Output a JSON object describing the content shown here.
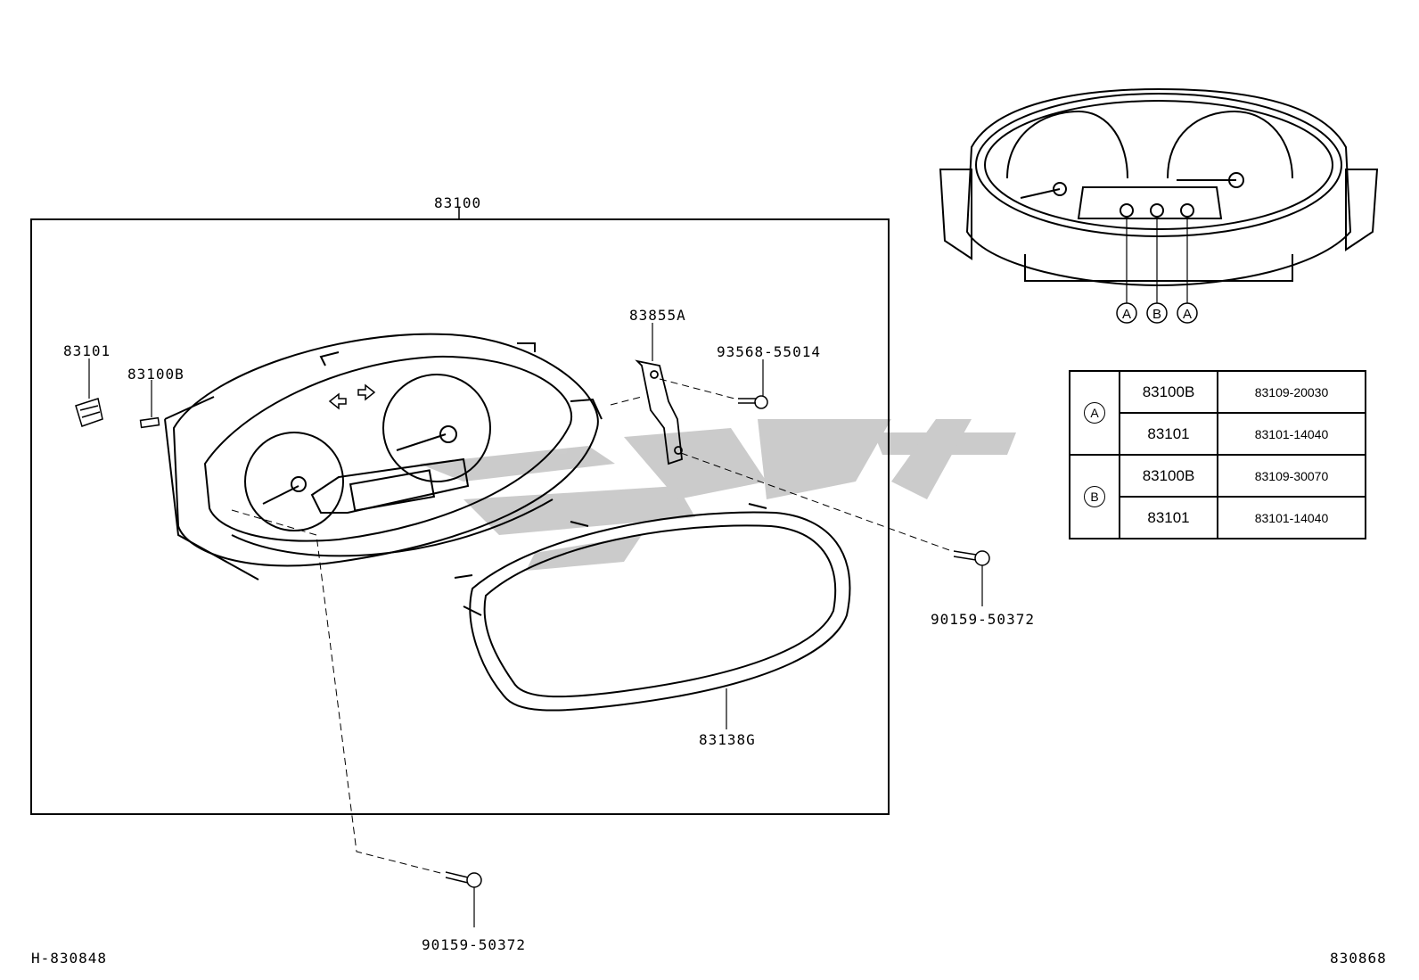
{
  "diagram": {
    "assembly_label": "83100",
    "parts": {
      "bulb_socket": "83101",
      "bulb": "83100B",
      "bracket": "83855A",
      "bracket_screw": "93568-55014",
      "screw_right": "90159-50372",
      "screw_bottom": "90159-50372",
      "lens_frame": "83138G"
    },
    "callouts": [
      "A",
      "B",
      "A"
    ],
    "watermark_color": "#bdbdbd"
  },
  "table": {
    "groups": [
      {
        "key": "A",
        "rows": [
          {
            "code": "83100B",
            "part": "83109-20030"
          },
          {
            "code": "83101",
            "part": "83101-14040"
          }
        ]
      },
      {
        "key": "B",
        "rows": [
          {
            "code": "83100B",
            "part": "83109-30070"
          },
          {
            "code": "83101",
            "part": "83101-14040"
          }
        ]
      }
    ]
  },
  "footer": {
    "left": "H-830848",
    "right": "830868"
  }
}
